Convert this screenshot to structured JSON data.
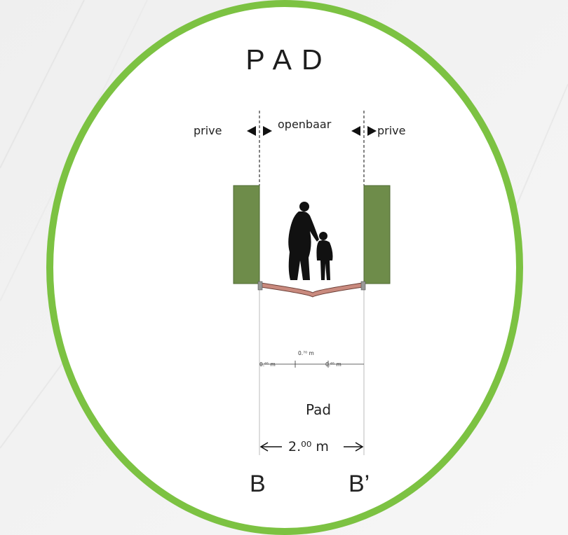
{
  "title": "PAD",
  "labels": {
    "prive_left": "prive",
    "openbaar": "openbaar",
    "prive_right": "prive",
    "path_name": "Pad",
    "total_width": "2.⁰⁰ m",
    "dim_left": "0.⁶⁵ m",
    "dim_center": "0.⁷⁰ m",
    "dim_right": "0.⁶⁵ m",
    "section_start": "B",
    "section_end": "B’"
  },
  "colors": {
    "ring": "#7cc242",
    "hedge": "#6e8c4a",
    "paving": "#c98a7e",
    "silhouette": "#111111"
  },
  "icons": [
    "arrow-left-icon",
    "arrow-right-icon",
    "hedge-icon",
    "person-silhouette-icon",
    "child-silhouette-icon"
  ]
}
